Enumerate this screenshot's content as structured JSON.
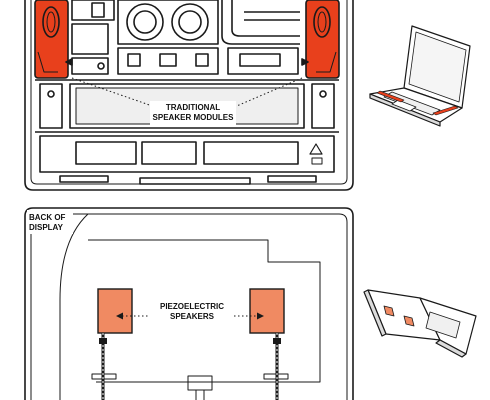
{
  "labels": {
    "traditional_line1": "TRADITIONAL",
    "traditional_line2": "SPEAKER MODULES",
    "back_line1": "BACK OF",
    "back_line2": "DISPLAY",
    "piezo_line1": "PIEZOELECTRIC",
    "piezo_line2": "SPEAKERS"
  },
  "colors": {
    "speaker_red": "#e8401c",
    "piezo_orange": "#f08a62",
    "line": "#1a1a1a",
    "panel_gray": "#d9d9d9",
    "background": "#ffffff"
  },
  "icons": {
    "laptop_top_view": "laptop-open-speakers-icon",
    "laptop_back_view": "laptop-flipped-piezo-icon"
  }
}
